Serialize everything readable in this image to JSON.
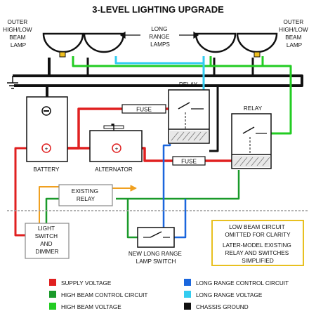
{
  "title": "3-LEVEL LIGHTING UPGRADE",
  "lamps": {
    "outer_left": [
      "OUTER",
      "HIGH/LOW",
      "BEAM",
      "LAMP"
    ],
    "outer_right": [
      "OUTER",
      "HIGH/LOW",
      "BEAM",
      "LAMP"
    ],
    "long_range": [
      "LONG",
      "RANGE",
      "LAMPS"
    ]
  },
  "components": {
    "battery": "BATTERY",
    "alternator": "ALTERNATOR",
    "fuse_1": "FUSE",
    "fuse_2": "FUSE",
    "relay_1": "RELAY",
    "relay_2": "RELAY",
    "existing_relay": [
      "EXISTING",
      "RELAY"
    ],
    "light_switch": [
      "LIGHT",
      "SWITCH",
      "AND",
      "DIMMER"
    ],
    "lamp_switch": [
      "NEW LONG RANGE",
      "LAMP SWITCH"
    ],
    "battery_neg_symbol": "−",
    "battery_pos_symbol": "+",
    "alternator_pos_symbol": "+"
  },
  "notes": {
    "line1": [
      "LOW BEAM CIRCUIT",
      "OMITTED FOR CLARITY"
    ],
    "line2": [
      "LATER-MODEL EXISTING",
      "RELAY AND SWITCHES",
      "SIMPLIFIED"
    ]
  },
  "legend": [
    {
      "label": "SUPPLY VOLTAGE",
      "color": "#e02020"
    },
    {
      "label": "HIGH BEAM CONTROL CIRCUIT",
      "color": "#1a9a2a"
    },
    {
      "label": "HIGH BEAM VOLTAGE",
      "color": "#22cc22"
    },
    {
      "label": "LONG RANGE CONTROL CIRCUIT",
      "color": "#1a66dd"
    },
    {
      "label": "LONG RANGE VOLTAGE",
      "color": "#33ccf0"
    },
    {
      "label": "CHASSIS GROUND",
      "color": "#111111"
    }
  ],
  "colors": {
    "supply": "#e02020",
    "hb_control": "#1a9a2a",
    "hb_voltage": "#22cc22",
    "lr_control": "#1a66dd",
    "lr_voltage": "#33ccf0",
    "ground": "#111111",
    "existing_circuit": "#f0a020",
    "note_border": "#e8c020"
  }
}
